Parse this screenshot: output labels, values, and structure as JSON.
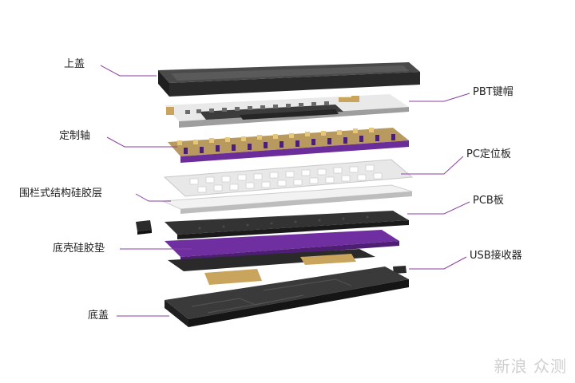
{
  "labels_left": {
    "top_cover": "上盖",
    "custom_switches": "定制轴",
    "fence_silicone": "围栏式结构硅胶层",
    "bottom_silicone_pad": "底壳硅胶垫",
    "bottom_cover": "底盖"
  },
  "labels_right": {
    "pbt_keycaps": "PBT键帽",
    "pc_plate": "PC定位板",
    "pcb_board": "PCB板",
    "usb_receiver": "USB接收器"
  },
  "watermark": "新浪 众测",
  "colors": {
    "leader_line": "#8a3fa0",
    "purple_pad": "#6f2fa0",
    "switch_purple": "#6a2d9a",
    "gold": "#c9a45c",
    "dark_part": "#2b2b2b"
  }
}
